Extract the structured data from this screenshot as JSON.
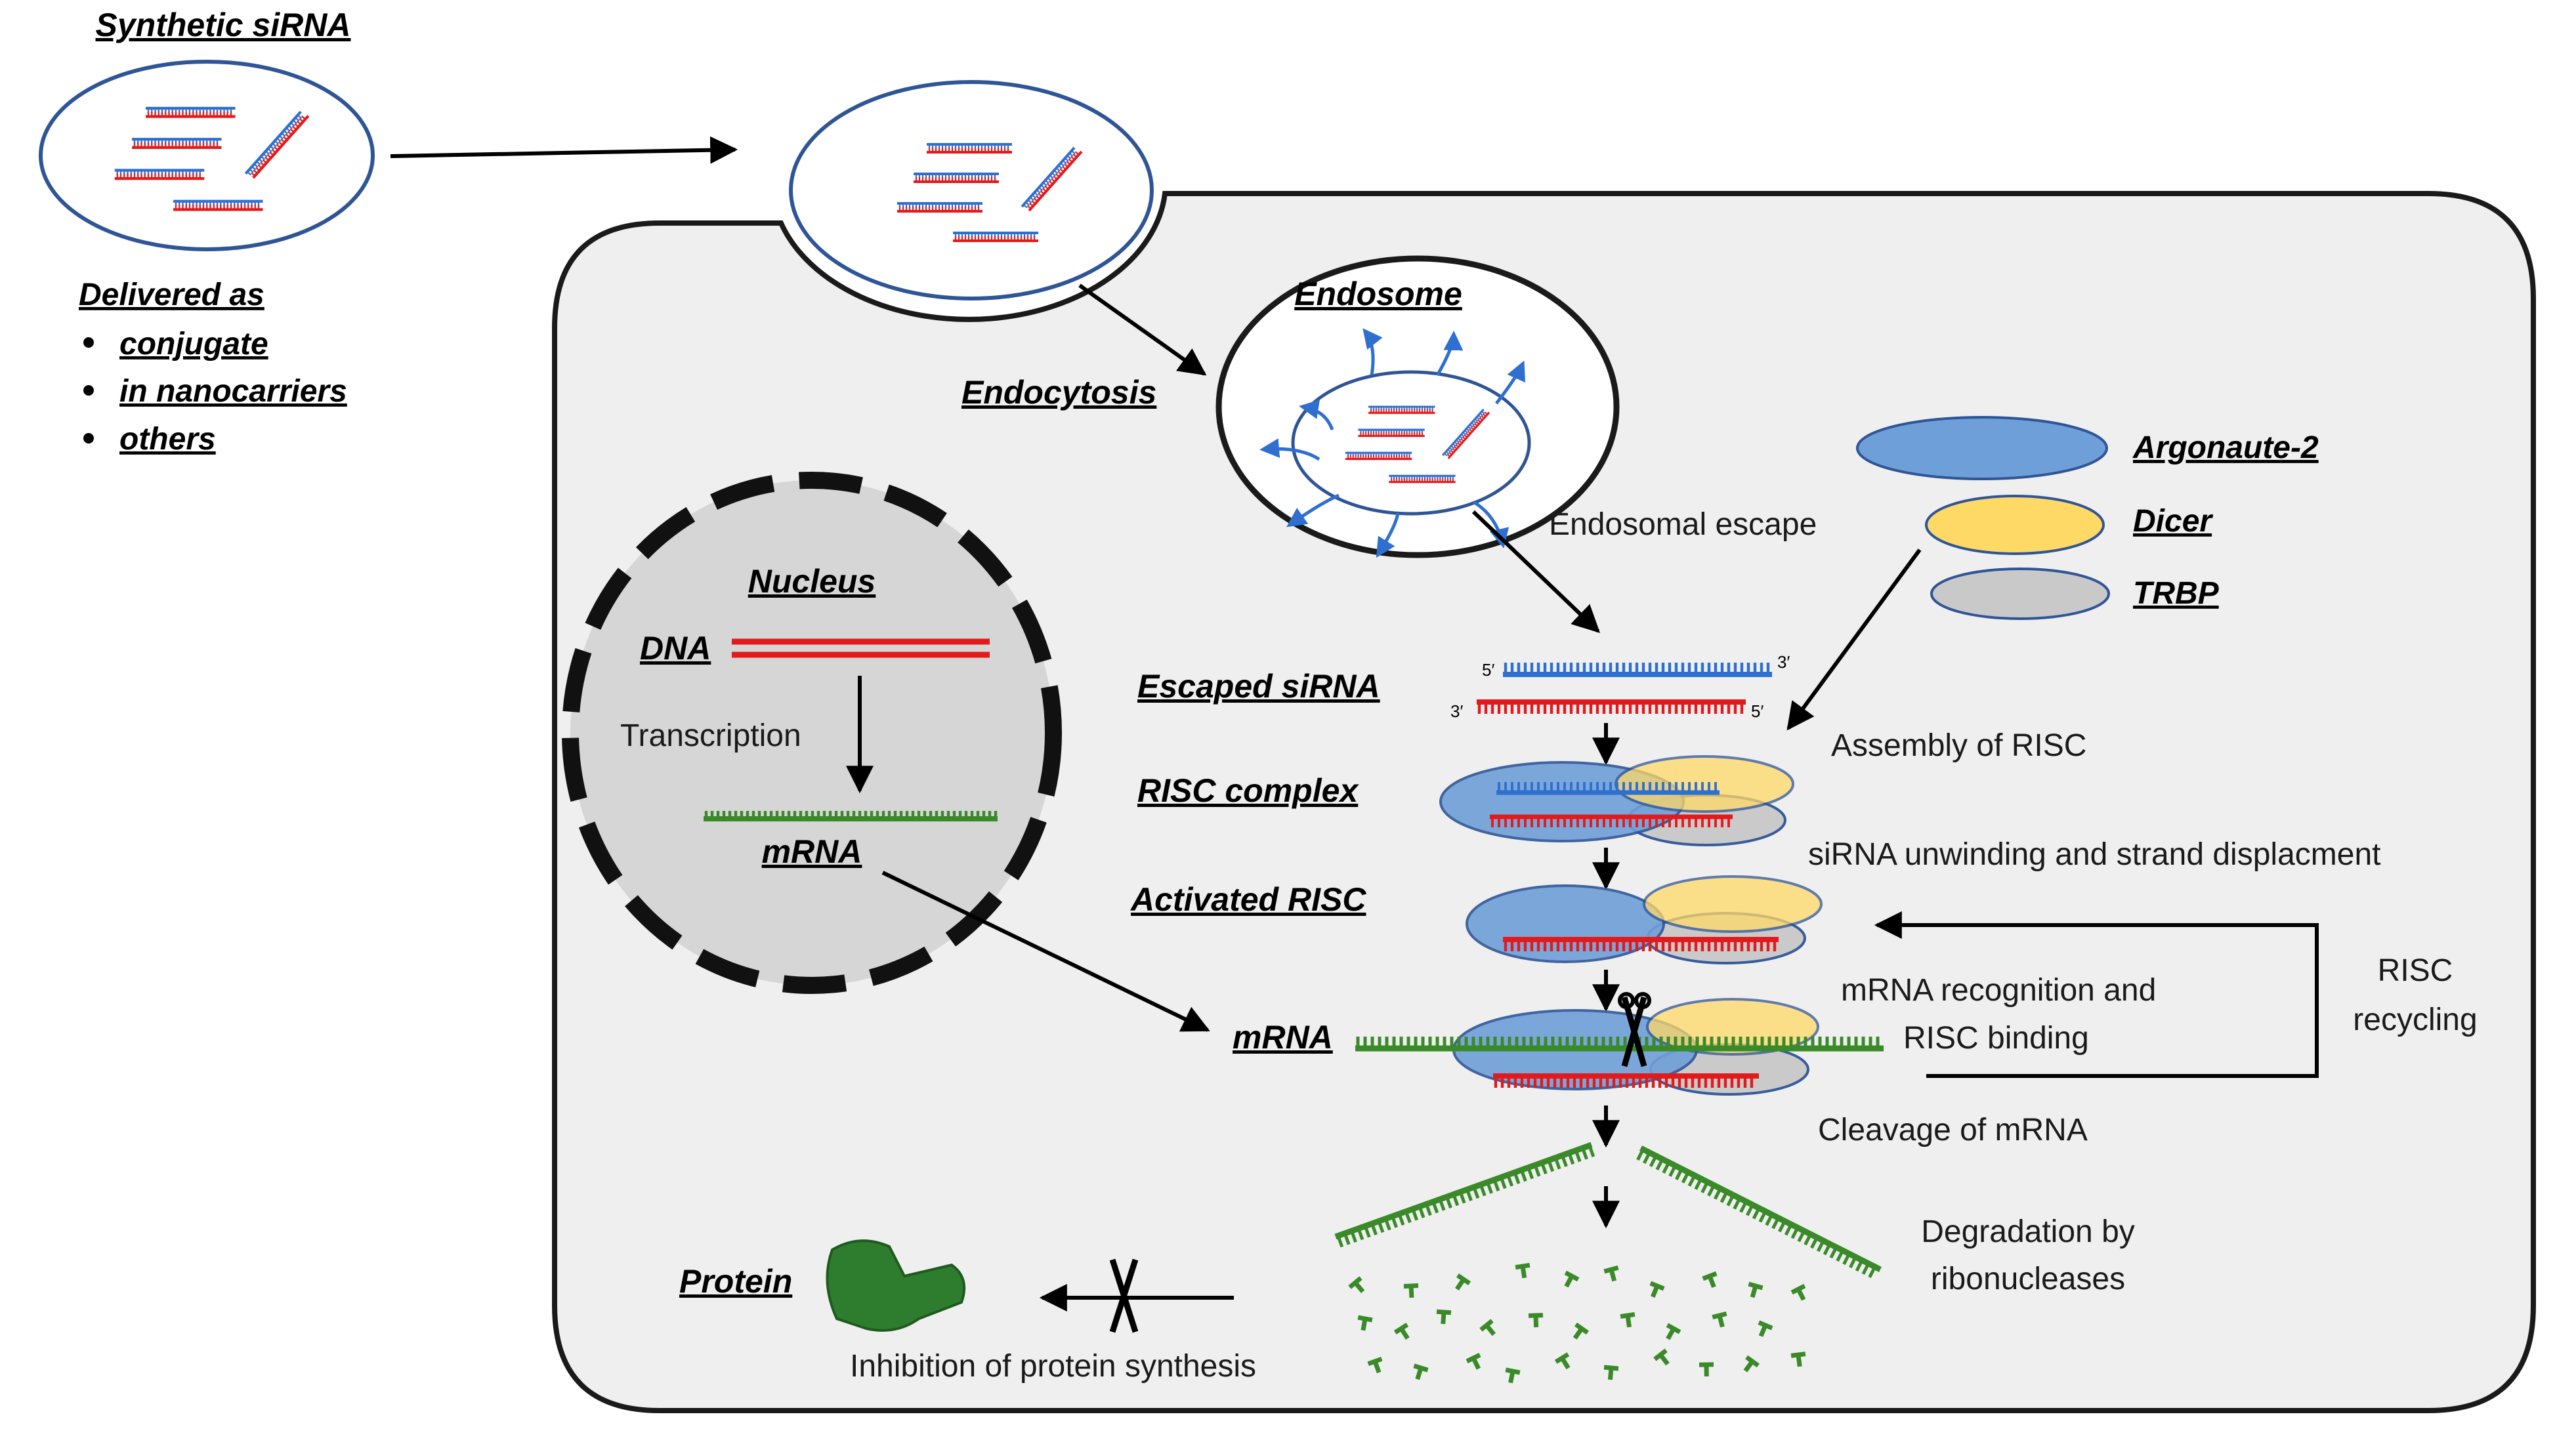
{
  "colors": {
    "cell_fill": "#efefef",
    "nucleus_fill": "#d6d6d6",
    "vesicle_stroke": "#2f5597",
    "sense_strand": "#2e6fd0",
    "antisense_strand": "#e31a1c",
    "mrna_green": "#3a8a2a",
    "argonaute": "#6f9fd8",
    "dicer": "#ffd966",
    "trbp": "#c9c9c9",
    "protein": "#2e7d2e"
  },
  "labels": {
    "synthetic_sirna": "Synthetic siRNA",
    "delivered_as": "Delivered as",
    "delivery_options": [
      "conjugate",
      "in nanocarriers",
      "others"
    ],
    "endosome": "Endosome",
    "endocytosis": "Endocytosis",
    "endosomal_escape": "Endosomal escape",
    "nucleus": "Nucleus",
    "dna": "DNA",
    "transcription": "Transcription",
    "mrna_nucleus": "mRNA",
    "escaped_sirna": "Escaped siRNA",
    "risc_complex": "RISC complex",
    "activated_risc": "Activated RISC",
    "mrna_cytoplasm": "mRNA",
    "protein": "Protein",
    "inhibition": "Inhibition of protein synthesis",
    "assembly": "Assembly of RISC",
    "unwinding": "siRNA unwinding and strand displacment",
    "recognition_line1": "mRNA recognition and",
    "recognition_line2": "RISC binding",
    "risc_recycling_line1": "RISC",
    "risc_recycling_line2": "recycling",
    "cleavage": "Cleavage of mRNA",
    "degradation_line1": "Degradation by",
    "degradation_line2": "ribonucleases",
    "strand_5prime": "5′",
    "strand_3prime": "3′"
  },
  "legend": [
    {
      "name": "Argonaute-2",
      "color": "#6f9fd8"
    },
    {
      "name": "Dicer",
      "color": "#ffd966"
    },
    {
      "name": "TRBP",
      "color": "#c9c9c9"
    }
  ]
}
